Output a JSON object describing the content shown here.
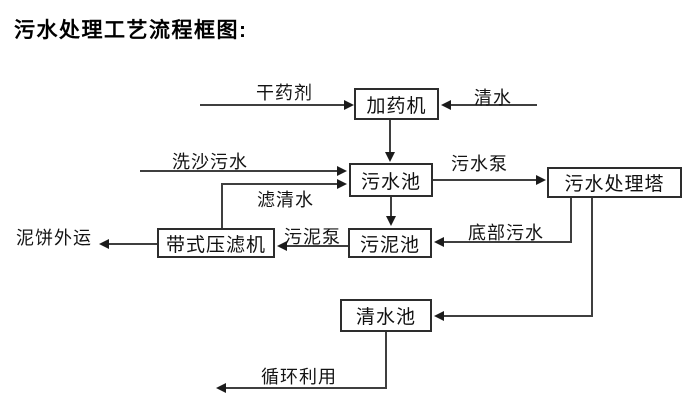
{
  "title": "污水处理工艺流程框图:",
  "nodes": {
    "dosing_machine": "加药机",
    "sewage_pool": "污水池",
    "treatment_tower": "污水处理塔",
    "belt_filter_press": "带式压滤机",
    "sludge_pool": "污泥池",
    "clean_water_pool": "清水池"
  },
  "edge_labels": {
    "dry_agent": "干药剂",
    "clean_water": "清水",
    "sand_wash_sewage": "洗沙污水",
    "filtered_water": "滤清水",
    "sewage_pump": "污水泵",
    "sludge_pump": "污泥泵",
    "bottom_sewage": "底部污水",
    "mud_cake_out": "泥饼外运",
    "recycle_use": "循环利用"
  },
  "colors": {
    "line": "#3f3f3f",
    "box_border": "#2d2d2d",
    "text": "#000000",
    "background": "#ffffff"
  }
}
